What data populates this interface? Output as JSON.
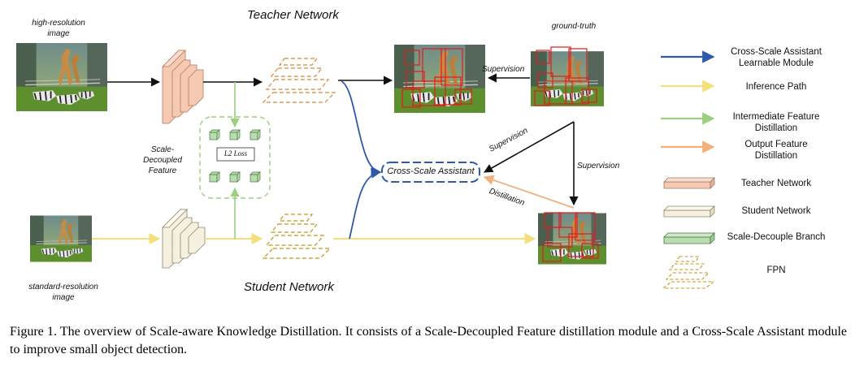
{
  "figure": {
    "teacher_title": "Teacher Network",
    "student_title": "Student Network",
    "high_res_label": "high-resolution\nimage",
    "std_res_label": "standard-resolution\nimage",
    "ground_truth_label": "ground-truth",
    "scale_decoupled_label": "Scale-\nDecoupled\nFeature",
    "l2_loss_label": "L2 Loss",
    "cross_scale_box_label": "Cross-Scale Assistant",
    "supervision_top": "Supervision",
    "supervision_diag": "Supervision",
    "supervision_vert": "Supervision",
    "distillation_label": "Distillation"
  },
  "legend": [
    {
      "label": "Cross-Scale Assistant\nLearnable Module",
      "kind": "arrow",
      "color": "#2e5aa8"
    },
    {
      "label": "Inference Path",
      "kind": "arrow",
      "color": "#f3df7b"
    },
    {
      "label": "Intermediate Feature\nDistillation",
      "kind": "arrow",
      "color": "#9ccf7f"
    },
    {
      "label": "Output Feature\nDistillation",
      "kind": "arrow",
      "color": "#f2b07d"
    },
    {
      "label": "Teacher Network",
      "kind": "block",
      "color": "#f6c9b3"
    },
    {
      "label": "Student Network",
      "kind": "block",
      "color": "#f5f0df"
    },
    {
      "label": "Scale-Decouple Branch",
      "kind": "block",
      "color": "#b9ddb0"
    },
    {
      "label": "FPN",
      "kind": "fpn",
      "color": "#c8961e"
    }
  ],
  "colors": {
    "blue": "#2e5aa8",
    "yellow": "#f3df7b",
    "green": "#9ccf7f",
    "orange": "#f2b07d",
    "black": "#111111",
    "teacher_fpn": "#d8893e",
    "student_fpn": "#c8961e",
    "box_red": "#e31b1b"
  },
  "caption": "Figure 1. The overview of Scale-aware Knowledge Distillation. It consists of a Scale-Decoupled Feature distillation module and a Cross-Scale Assistant module to improve small object detection."
}
